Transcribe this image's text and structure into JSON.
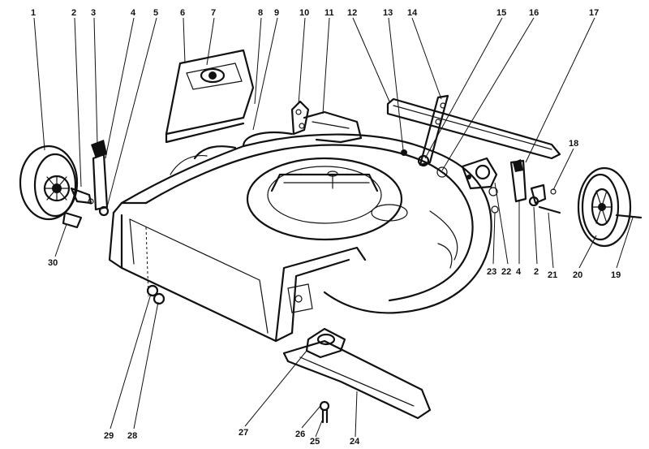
{
  "callouts": [
    {
      "id": "1",
      "label": "1"
    },
    {
      "id": "2a",
      "label": "2"
    },
    {
      "id": "3",
      "label": "3"
    },
    {
      "id": "4a",
      "label": "4"
    },
    {
      "id": "5",
      "label": "5"
    },
    {
      "id": "6",
      "label": "6"
    },
    {
      "id": "7",
      "label": "7"
    },
    {
      "id": "8",
      "label": "8"
    },
    {
      "id": "9",
      "label": "9"
    },
    {
      "id": "10",
      "label": "10"
    },
    {
      "id": "11",
      "label": "11"
    },
    {
      "id": "12",
      "label": "12"
    },
    {
      "id": "13",
      "label": "13"
    },
    {
      "id": "14",
      "label": "14"
    },
    {
      "id": "15",
      "label": "15"
    },
    {
      "id": "16",
      "label": "16"
    },
    {
      "id": "17",
      "label": "17"
    },
    {
      "id": "18",
      "label": "18"
    },
    {
      "id": "19",
      "label": "19"
    },
    {
      "id": "20",
      "label": "20"
    },
    {
      "id": "21",
      "label": "21"
    },
    {
      "id": "2b",
      "label": "2"
    },
    {
      "id": "4b",
      "label": "4"
    },
    {
      "id": "22",
      "label": "22"
    },
    {
      "id": "23",
      "label": "23"
    },
    {
      "id": "24",
      "label": "24"
    },
    {
      "id": "25",
      "label": "25"
    },
    {
      "id": "26",
      "label": "26"
    },
    {
      "id": "27",
      "label": "27"
    },
    {
      "id": "28",
      "label": "28"
    },
    {
      "id": "29",
      "label": "29"
    },
    {
      "id": "30",
      "label": "30"
    }
  ]
}
